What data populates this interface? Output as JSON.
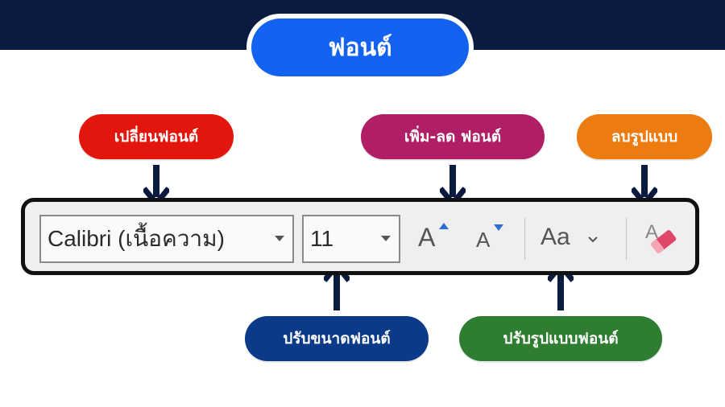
{
  "title": "ฟอนต์",
  "labels": {
    "change_font": "เปลี่ยนฟอนต์",
    "grow_shrink_font": "เพิ่ม-ลด ฟอนต์",
    "clear_formatting": "ลบรูปแบบ",
    "font_size": "ปรับขนาดฟอนต์",
    "change_case": "ปรับรูปแบบฟอนต์"
  },
  "toolbar": {
    "font_name_value": "Calibri (เนื้อความ)",
    "font_size_value": "11",
    "grow_font_glyph": "A",
    "shrink_font_glyph": "A",
    "change_case_glyph": "Aa",
    "clear_format_glyph": "A"
  },
  "colors": {
    "header_band": "#0b1a3f",
    "title_pill": "#1463f0",
    "change_font": "#e3160e",
    "grow_shrink_font": "#b01f66",
    "clear_formatting": "#ec7c10",
    "font_size": "#0a3a88",
    "change_case": "#2e7d30",
    "arrow": "#0b1a3f",
    "icon_accent": "#2b6fd6",
    "eraser": "#e0456a"
  },
  "icons": {
    "grow": "grow-font-icon",
    "shrink": "shrink-font-icon",
    "clear": "eraser-icon",
    "caret": "chevron-down-icon"
  }
}
